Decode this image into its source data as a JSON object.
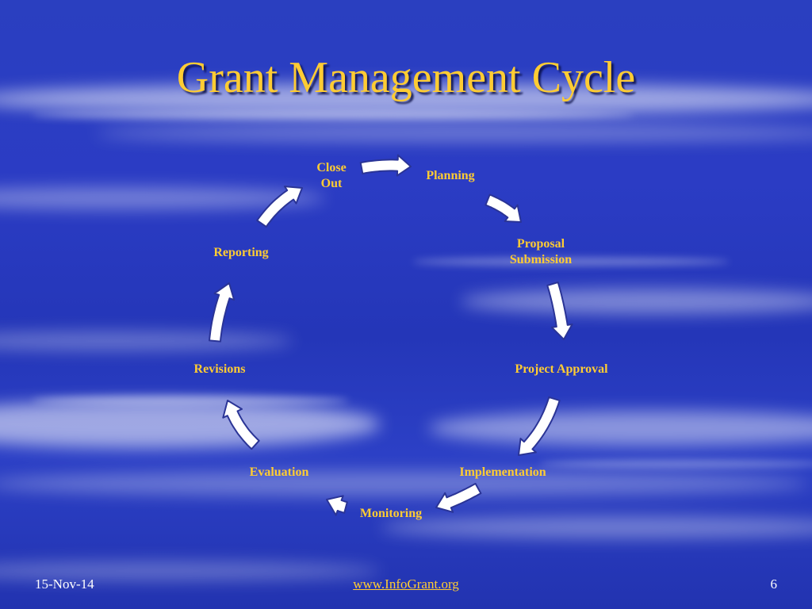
{
  "slide": {
    "title": "Grant Management Cycle",
    "background_color": "#2b3cc4",
    "accent_color": "#ffcc33"
  },
  "cycle": {
    "stages": [
      {
        "id": "close-out",
        "label": "Close\nOut"
      },
      {
        "id": "planning",
        "label": "Planning"
      },
      {
        "id": "proposal-submission",
        "label": "Proposal\nSubmission"
      },
      {
        "id": "project-approval",
        "label": "Project Approval"
      },
      {
        "id": "implementation",
        "label": "Implementation"
      },
      {
        "id": "monitoring",
        "label": "Monitoring"
      },
      {
        "id": "evaluation",
        "label": "Evaluation"
      },
      {
        "id": "revisions",
        "label": "Revisions"
      },
      {
        "id": "reporting",
        "label": "Reporting"
      }
    ],
    "arrow_color": "#ffffff"
  },
  "footer": {
    "date": "15-Nov-14",
    "url": "www.InfoGrant.org",
    "page_number": "6"
  }
}
